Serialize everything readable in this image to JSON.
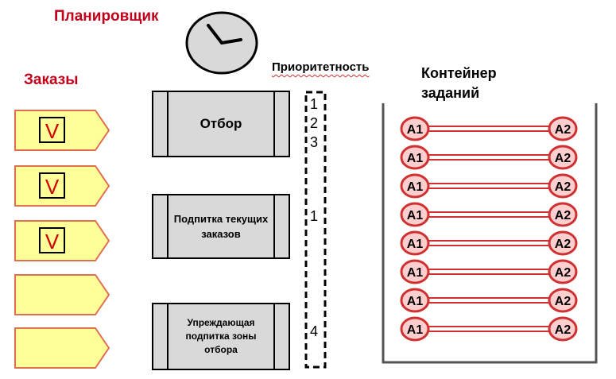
{
  "header": {
    "scheduler": "Планировщик",
    "orders": "Заказы",
    "priority": "Приоритетность",
    "container_line1": "Контейнер",
    "container_line2": "заданий"
  },
  "orders": [
    {
      "checked": true,
      "mark": "V"
    },
    {
      "checked": true,
      "mark": "V"
    },
    {
      "checked": true,
      "mark": "V"
    },
    {
      "checked": false,
      "mark": ""
    },
    {
      "checked": false,
      "mark": ""
    }
  ],
  "processes": [
    {
      "label": "Отбор"
    },
    {
      "label": "Подпитка текущих заказов"
    },
    {
      "label": "Упреждающая подпитка зоны отбора"
    }
  ],
  "priority_numbers": [
    "1",
    "2",
    "3",
    "1",
    "4"
  ],
  "tasks": [
    {
      "from": "A1",
      "to": "A2"
    },
    {
      "from": "A1",
      "to": "A2"
    },
    {
      "from": "A1",
      "to": "A2"
    },
    {
      "from": "A1",
      "to": "A2"
    },
    {
      "from": "A1",
      "to": "A2"
    },
    {
      "from": "A1",
      "to": "A2"
    },
    {
      "from": "A1",
      "to": "A2"
    },
    {
      "from": "A1",
      "to": "A2"
    }
  ],
  "colors": {
    "title_red": "#c0001a",
    "order_fill": "#ffff99",
    "order_stroke": "#e07050",
    "check_mark": "#d00000",
    "process_fill": "#d9d9d9",
    "task_node_fill": "#ffcfcf",
    "task_node_stroke": "#d03030"
  },
  "icons": {
    "clock": "clock-icon",
    "check": "checkmark-icon"
  }
}
